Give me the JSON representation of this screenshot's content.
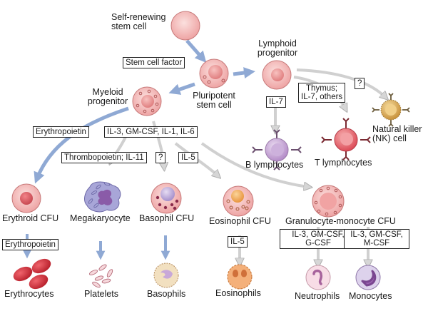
{
  "title": "Hematopoiesis differentiation pathways",
  "colors": {
    "main_arrow": "#8fa9d4",
    "secondary_arrow": "#d0d0d0",
    "cell_pink": "#f2b5b5",
    "cell_nucleus": "#e58a8a",
    "b_cell": "#c9a6d6",
    "t_cell": "#e46a72",
    "nk_cell": "#d9ad5a",
    "megakaryocyte": "#a8a6d8",
    "rbc": "#cc2a36"
  },
  "cells": {
    "self_renewing": "Self-renewing\nstem cell",
    "pluripotent": "Pluripotent\nstem cell",
    "myeloid": "Myeloid\nprogenitor",
    "lymphoid": "Lymphoid\nprogenitor",
    "b_lymph": "B lymphocytes",
    "t_lymph": "T lymphocytes",
    "nk": "Natural killer\n(NK) cell",
    "erythroid_cfu": "Erythroid CFU",
    "megakaryocyte": "Megakaryocyte",
    "basophil_cfu": "Basophil CFU",
    "eosinophil_cfu": "Eosinophil CFU",
    "gm_cfu": "Granulocyte-monocyte CFU",
    "erythrocytes": "Erythrocytes",
    "platelets": "Platelets",
    "basophils": "Basophils",
    "eosinophils": "Eosinophils",
    "neutrophils": "Neutrophils",
    "monocytes": "Monocytes"
  },
  "factors": {
    "stem_cell_factor": "Stem cell factor",
    "il7": "IL-7",
    "thymus": "Thymus;\nIL-7, others",
    "nk_unknown": "?",
    "erythropoietin_top": "Erythropoietin",
    "myeloid_mix": "IL-3, GM-CSF, IL-1, IL-6",
    "thrombopoietin": "Thrombopoietin; IL-11",
    "basophil_unknown": "?",
    "il5_top": "IL-5",
    "erythropoietin_bottom": "Erythropoietin",
    "il5_bottom": "IL-5",
    "neutrophil_factors": "IL-3, GM-CSF,\nG-CSF",
    "monocyte_factors": "IL-3, GM-CSF,\nM-CSF"
  }
}
